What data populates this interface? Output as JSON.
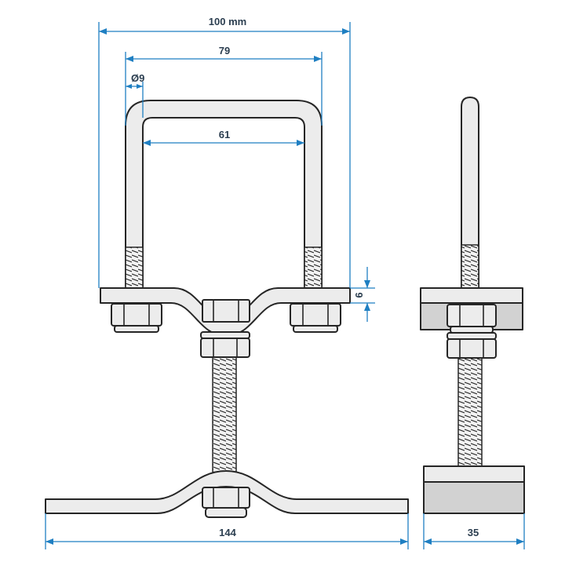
{
  "colors": {
    "dimension": "#1f7fc2",
    "outline": "#262626",
    "part_fill": "#ececec",
    "label_text": "#2b3e50"
  },
  "dimensions": {
    "overall_width": "100 mm",
    "ubolt_outer_width": "79",
    "rod_diameter": "Ø9",
    "ubolt_inner_width": "61",
    "plate_thickness": "6",
    "base_plate_length": "144",
    "side_view_depth": "35"
  }
}
